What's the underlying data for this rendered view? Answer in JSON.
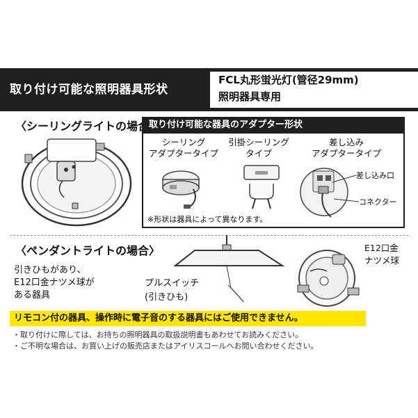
{
  "header": {
    "title": "取り付け可能な照明器具形状",
    "lamp_line1": "FCL丸形蛍光灯(管径29mm)",
    "lamp_line2": "照明器具専用"
  },
  "ceiling": {
    "heading": "〈シーリングライトの場合〉",
    "adapter_title": "取り付け可能な器具のアダプター形状",
    "types": [
      {
        "line1": "シーリング",
        "line2": "アダプタータイプ"
      },
      {
        "line1": "引掛シーリング",
        "line2": "タイプ"
      },
      {
        "line1": "差し込み",
        "line2": "アダプタータイプ"
      }
    ],
    "label_socket": "差し込み口",
    "label_connector": "コネクター",
    "footnote": "※形状は器具によって異なります。"
  },
  "pendant": {
    "heading": "〈ペンダントライトの場合〉",
    "desc_line1": "引きひもがあり、",
    "desc_line2": "E12口金ナツメ球が",
    "desc_line3": "ある器具",
    "pull_line1": "プルスイッチ",
    "pull_line2": "(引きひも)",
    "bulb_line1": "E12口金",
    "bulb_line2": "ナツメ球"
  },
  "warning": "リモコン付の器具、操作時に電子音のする器具にはご使用できません。",
  "notes": [
    "・取り付けに際しては、お持ちの照明器具の取扱説明書もあわせてお読みください。",
    "・ご不明な場合は、お買い上げの販売店またはアイリスコールへお問い合わせください。"
  ],
  "colors": {
    "dark": "#1f1f1f",
    "warning_bg": "#ffe600"
  }
}
